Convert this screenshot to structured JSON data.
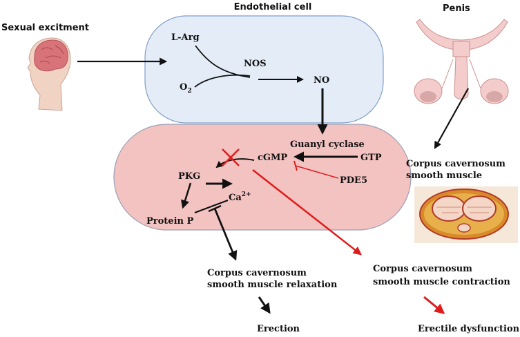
{
  "labels": {
    "endothelial_cell": "Endothelial cell",
    "penis": "Penis",
    "sexual_excitment": "Sexual excitment",
    "l_arg": "L-Arg",
    "nos": "NOS",
    "o2_base": "O",
    "o2_sub": "2",
    "no": "NO",
    "guanyl_cyclase": "Guanyl cyclase",
    "gtp": "GTP",
    "cgmp": "cGMP",
    "pde5": "PDE5",
    "pkg": "PKG",
    "ca_base": "Ca",
    "ca_sup": "2+",
    "protein_p": "Protein P",
    "ccsm_line1": "Corpus cavernosum",
    "ccsm_line2": "smooth muscle",
    "relax_line1": "Corpus cavernosum",
    "relax_line2": "smooth muscle relaxation",
    "contract_line1": "Corpus cavernosum",
    "contract_line2": "smooth muscle contraction",
    "erection": "Erection",
    "erectile_dysfunction": "Erectile dysfunction"
  },
  "colors": {
    "endothelial_fill": "#e3ecf7",
    "endothelial_stroke": "#7f9fc6",
    "smooth_muscle_fill": "#f2c3c1",
    "smooth_muscle_stroke": "#9a9fb5",
    "arrow_black": "#111111",
    "arrow_red": "#e01b1b",
    "head_skin": "#f1d3c3",
    "brain": "#d9737a",
    "organ_pink": "#f4cccc",
    "organ_outline": "#c9908a"
  },
  "icons": {
    "head": "human-head-with-brain-icon",
    "penis": "male-reproductive-anatomy-icon",
    "cross_section": "corpus-cavernosum-cross-section-image"
  }
}
